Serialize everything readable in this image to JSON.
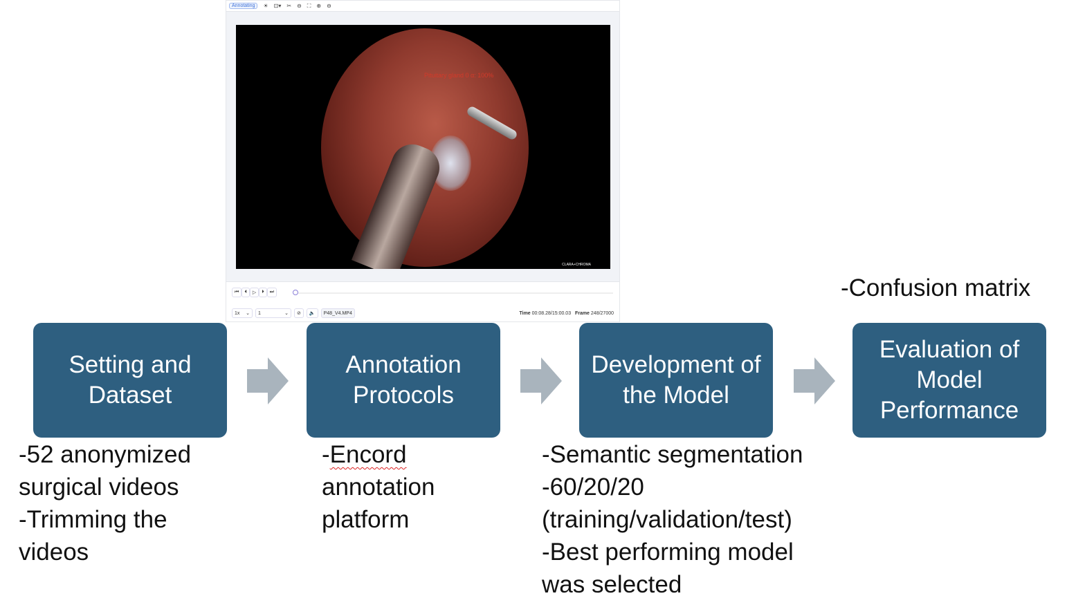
{
  "screenshot": {
    "toolbar": {
      "mode_badge": "Annotating",
      "icons": [
        "sun-icon",
        "shape-icon",
        "cut-icon",
        "ellipse-icon",
        "fullscreen-icon",
        "zoom-in-icon",
        "zoom-out-icon"
      ]
    },
    "overlay_label": "Pituitary gland 0  α: 100%",
    "watermark": "CLARA+CHROMA",
    "speed": "1x",
    "step": "1",
    "filename": "P48_V4.MP4",
    "time_label": "Time",
    "time_value": "00:08.28/15:00.03",
    "frame_label": "Frame",
    "frame_value": "248/27000"
  },
  "steps": [
    {
      "title": "Setting and Dataset",
      "notes": "-52 anonymized\nsurgical videos\n-Trimming the\nvideos"
    },
    {
      "title": "Annotation Protocols",
      "notes_prefix": "-",
      "notes_word": "Encord",
      "notes_rest": "\nannotation\nplatform"
    },
    {
      "title": "Development of the Model",
      "notes": "-Semantic segmentation\n-60/20/20\n(training/validation/test)\n-Best performing model\nwas selected"
    },
    {
      "title": "Evaluation of Model Performance",
      "notes": "-Confusion matrix"
    }
  ],
  "colors": {
    "box": "#2e5f80",
    "arrow": "#a9b4bd"
  }
}
